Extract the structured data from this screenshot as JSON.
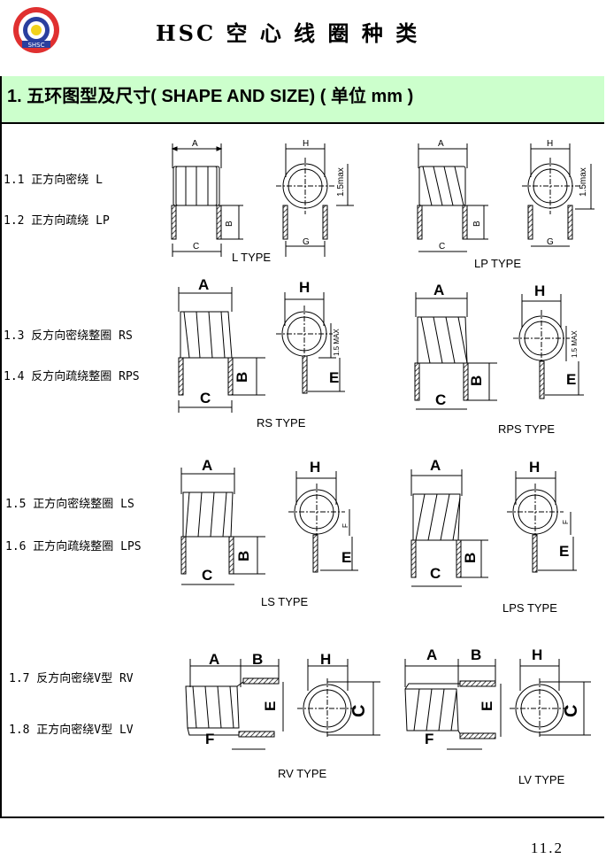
{
  "header": {
    "title": "HSC 空 心 线 圈 种 类",
    "logo_text": "SHSC"
  },
  "section": {
    "title": "1. 五环图型及尺寸( SHAPE AND SIZE)  ( 单位 mm )"
  },
  "items": [
    {
      "label": "1.1 正方向密绕 L"
    },
    {
      "label": "1.2 正方向疏绕 LP"
    },
    {
      "label": "1.3 反方向密绕整圈 RS"
    },
    {
      "label": "1.4 反方向疏绕整圈 RPS"
    },
    {
      "label": "1.5 正方向密绕整圈 LS"
    },
    {
      "label": "1.6 正方向疏绕整圈 LPS"
    },
    {
      "label": "1.7 反方向密绕V型 RV"
    },
    {
      "label": "1.8 正方向密绕V型 LV"
    }
  ],
  "types": {
    "L": "L TYPE",
    "LP": "LP TYPE",
    "RS": "RS TYPE",
    "RPS": "RPS TYPE",
    "LS": "LS TYPE",
    "LPS": "LPS TYPE",
    "RV": "RV TYPE",
    "LV": "LV TYPE"
  },
  "dims": {
    "A": "A",
    "B": "B",
    "C": "C",
    "E": "E",
    "F": "F",
    "G": "G",
    "H": "H",
    "max_lower": "1.5max",
    "max_upper": "1.5 MAX"
  },
  "footer": {
    "page_number": "11.2"
  },
  "colors": {
    "section_bg": "#ccffcc",
    "logo_red": "#e03030",
    "logo_blue": "#2a3f9e",
    "logo_yellow": "#f2d21b"
  }
}
